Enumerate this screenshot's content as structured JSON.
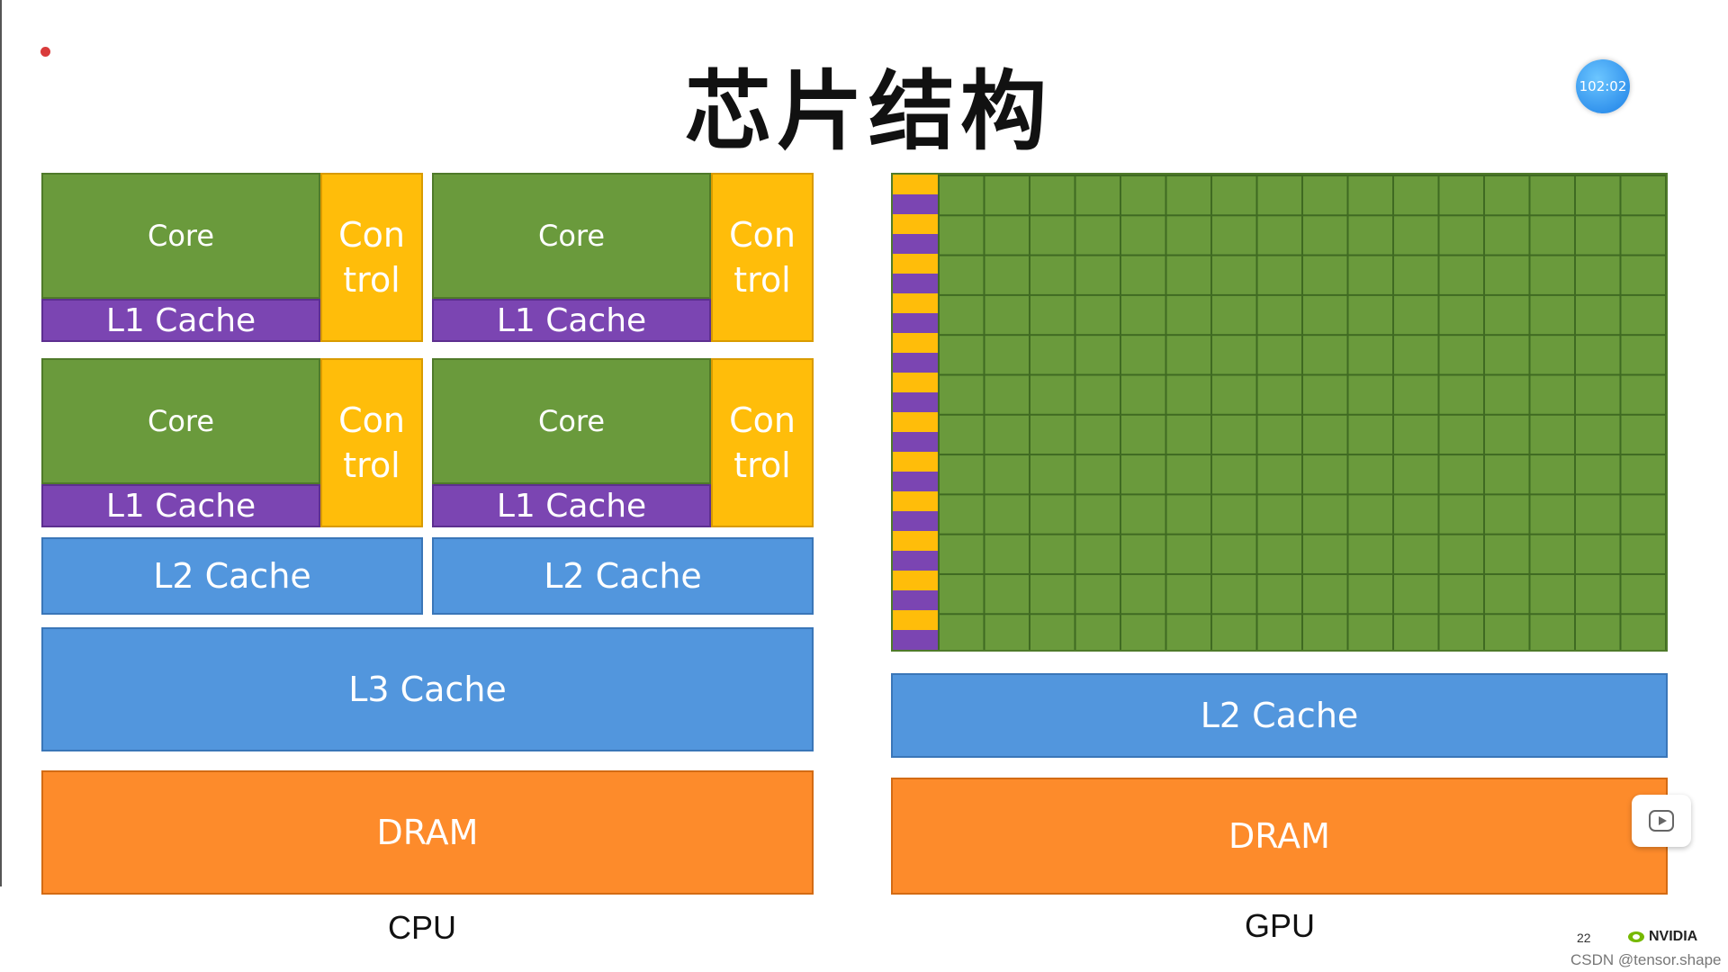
{
  "title": "芯片结构",
  "timer": "102:02",
  "cpu": {
    "core_label": "Core",
    "l1_label": "L1 Cache",
    "control_line1": "Con",
    "control_line2": "trol",
    "l2_label": "L2 Cache",
    "l3_label": "L3 Cache",
    "dram_label": "DRAM",
    "caption": "CPU"
  },
  "gpu": {
    "l2_label": "L2 Cache",
    "dram_label": "DRAM",
    "caption": "GPU"
  },
  "footer": {
    "page_number": "22",
    "brand": "NVIDIA",
    "watermark": "CSDN @tensor.shape"
  },
  "colors": {
    "core": "#6a9a3c",
    "l1": "#7b45b2",
    "control": "#ffbd0a",
    "cache": "#5296dd",
    "dram": "#fd8b2b"
  }
}
